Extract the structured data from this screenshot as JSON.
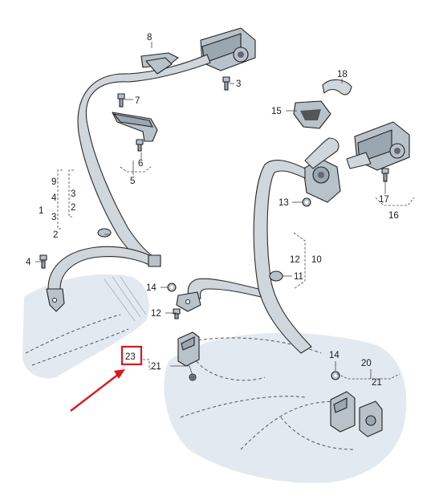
{
  "labels": {
    "l1": "1",
    "l2a": "2",
    "l2b": "2",
    "l3a": "3",
    "l3b": "3",
    "l3c": "3",
    "l4a": "4",
    "l4b": "4",
    "l5": "5",
    "l6": "6",
    "l7": "7",
    "l8": "8",
    "l9": "9",
    "l10": "10",
    "l11": "11",
    "l12a": "12",
    "l12b": "12",
    "l13": "13",
    "l14a": "14",
    "l14b": "14",
    "l15": "15",
    "l16": "16",
    "l17": "17",
    "l18": "18",
    "l20": "20",
    "l21a": "21",
    "l21b": "21",
    "l23": "23"
  },
  "highlight_color": "#e0141e",
  "icons": [
    "belt-retractor-icon",
    "belt-buckle-icon",
    "bolt-icon",
    "nut-icon",
    "cover-cap-icon",
    "guide-bracket-icon"
  ]
}
